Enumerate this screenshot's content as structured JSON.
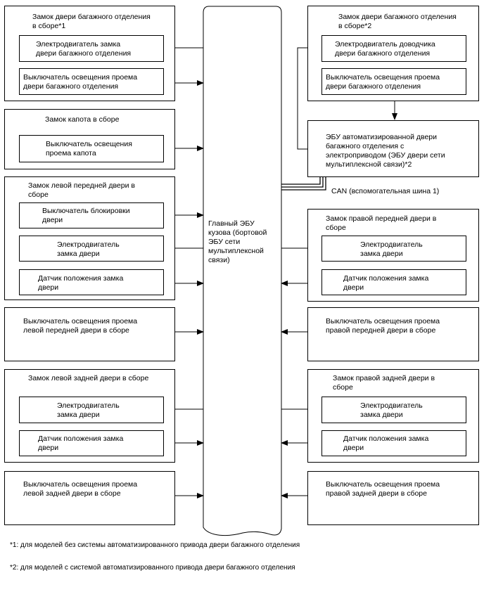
{
  "left": {
    "trunk_lock": {
      "title": "Замок двери багажного отделения\nв сборе*1",
      "motor": "Электродвигатель замка\nдвери багажного отделения",
      "switch": "Выключатель освещения проема\nдвери багажного отделения"
    },
    "hood_lock": {
      "title": "Замок капота в сборе",
      "switch": "Выключатель освещения\nпроема капота"
    },
    "front_left_lock": {
      "title": "Замок левой передней двери в\nсборе",
      "lock_switch": "Выключатель блокировки\nдвери",
      "motor": "Электродвигатель\nзамка двери",
      "sensor": "Датчик положения замка\nдвери"
    },
    "front_left_courtesy": "Выключатель освещения проема\nлевой передней двери в сборе",
    "rear_left_lock": {
      "title": "Замок левой задней двери в сборе",
      "motor": "Электродвигатель\nзамка двери",
      "sensor": "Датчик положения замка\nдвери"
    },
    "rear_left_courtesy": "Выключатель освещения проема\nлевой задней двери в сборе"
  },
  "center": {
    "main_ecu": "Главный ЭБУ\nкузова (бортовой\nЭБУ сети\nмультиплексной\nсвязи)"
  },
  "right": {
    "trunk_lock": {
      "title": "Замок двери багажного отделения\nв сборе*2",
      "closer_motor": "Электродвигатель доводчика\nдвери багажного отделения",
      "switch": "Выключатель освещения проема\nдвери багажного отделения"
    },
    "power_door_ecu": "ЭБУ автоматизированной двери\nбагажного отделения с\nэлектроприводом (ЭБУ двери сети\nмультиплексной связи)*2",
    "can_label": "CAN (вспомогательная шина 1)",
    "front_right_lock": {
      "title": "Замок правой передней двери в\nсборе",
      "motor": "Электродвигатель\nзамка двери",
      "sensor": "Датчик положения замка\nдвери"
    },
    "front_right_courtesy": "Выключатель освещения проема\nправой передней двери в сборе",
    "rear_right_lock": {
      "title": "Замок правой задней двери в\nсборе",
      "motor": "Электродвигатель\nзамка двери",
      "sensor": "Датчик положения замка\nдвери"
    },
    "rear_right_courtesy": "Выключатель освещения проема\nправой задней двери в сборе"
  },
  "footnotes": {
    "note1": "*1: для моделей без системы автоматизированного привода двери багажного отделения",
    "note2": "*2: для моделей с системой автоматизированного привода двери багажного отделения"
  }
}
